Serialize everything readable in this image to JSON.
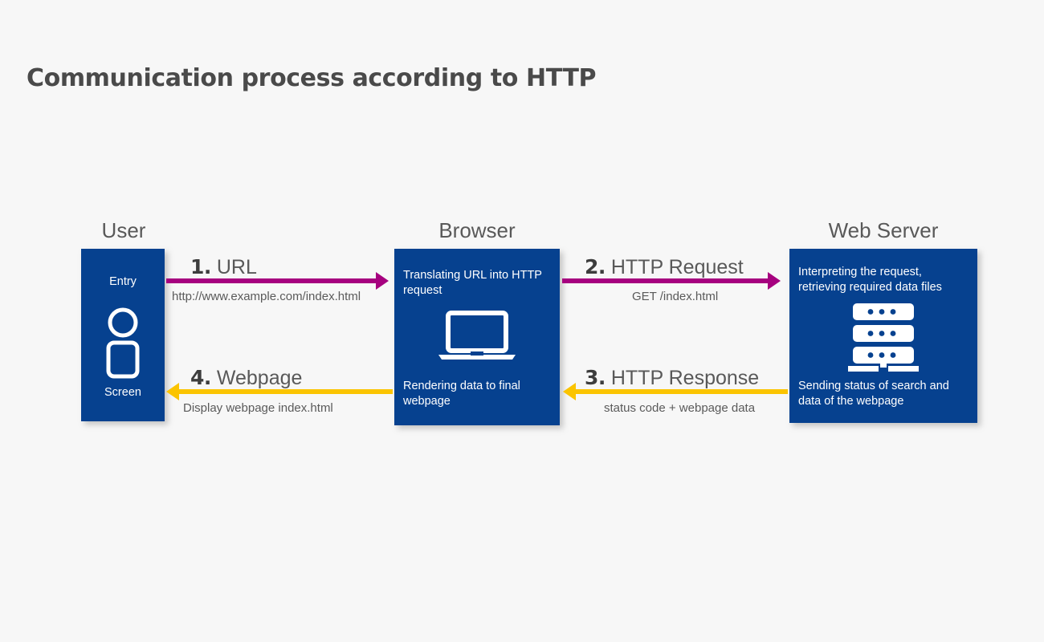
{
  "title": "Communication process according to HTTP",
  "theme": {
    "background": "#f7f7f7",
    "box_blue": "#06418f",
    "arrow_magenta": "#a6017f",
    "arrow_amber": "#fbc400",
    "title_color": "#4a4a4a",
    "header_color": "#595959"
  },
  "columns": [
    {
      "header": "User",
      "icon": "person-icon"
    },
    {
      "header": "Browser",
      "icon": "laptop-icon"
    },
    {
      "header": "Web Server",
      "icon": "server-icon"
    }
  ],
  "nodes": {
    "user": {
      "header": "User",
      "top_label": "Entry",
      "bottom_label": "Screen",
      "icon": "person-icon"
    },
    "browser": {
      "header": "Browser",
      "top_label": "Translating URL into HTTP request",
      "bottom_label": "Rendering data to final webpage",
      "icon": "laptop-icon"
    },
    "server": {
      "header": "Web Server",
      "top_label": "Interpreting the request, retrieving required data files",
      "bottom_label": "Sending status of search and data of the webpage",
      "icon": "server-icon"
    }
  },
  "arrows": [
    {
      "number": "1.",
      "label": "URL",
      "sublabel": "http://www.example.com/index.html",
      "direction": "right",
      "color": "#a6017f",
      "from": "user",
      "to": "browser"
    },
    {
      "number": "2.",
      "label": "HTTP Request",
      "sublabel": "GET /index.html",
      "direction": "right",
      "color": "#a6017f",
      "from": "browser",
      "to": "server"
    },
    {
      "number": "3.",
      "label": "HTTP Response",
      "sublabel": "status code + webpage data",
      "direction": "left",
      "color": "#fbc400",
      "from": "server",
      "to": "browser"
    },
    {
      "number": "4.",
      "label": "Webpage",
      "sublabel": "Display webpage index.html",
      "direction": "left",
      "color": "#fbc400",
      "from": "browser",
      "to": "user"
    }
  ]
}
